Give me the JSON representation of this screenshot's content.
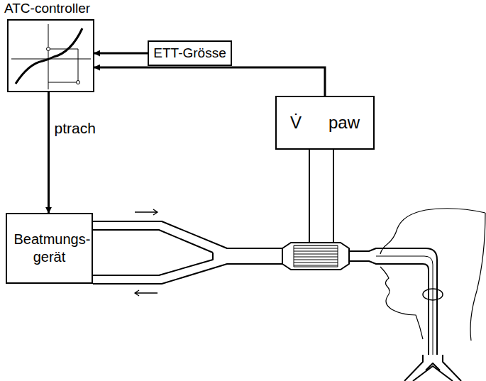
{
  "diagram": {
    "nodes": [
      {
        "text": [
          "ATC-controller"
        ]
      },
      {
        "text": [
          "ETT-Grösse"
        ]
      },
      {
        "text": [
          "V̇",
          "paw"
        ]
      },
      {
        "text": [
          "Beatmungs- gerät"
        ]
      }
    ],
    "edges": [
      {
        "from": 1,
        "to": 0,
        "arrow": "to"
      },
      {
        "from": 2,
        "to": 0,
        "arrow": "to"
      },
      {
        "from": 0,
        "to": 3,
        "label": "ptrach",
        "arrow": "to"
      }
    ]
  }
}
